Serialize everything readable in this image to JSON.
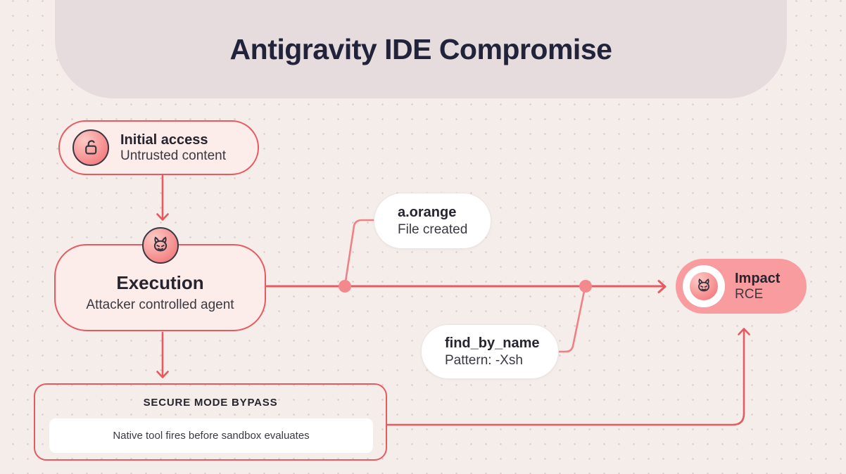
{
  "title": "Antigravity IDE Compromise",
  "nodes": {
    "initial_access": {
      "label": "Initial access",
      "sublabel": "Untrusted content",
      "icon": "unlock"
    },
    "execution": {
      "label": "Execution",
      "sublabel": "Attacker controlled agent",
      "icon": "devil"
    },
    "impact": {
      "label": "Impact",
      "sublabel": "RCE",
      "icon": "devil"
    },
    "secure_mode_bypass": {
      "label": "SECURE MODE BYPASS",
      "note": "Native tool fires before sandbox evaluates"
    }
  },
  "callouts": {
    "file_created": {
      "label": "a.orange",
      "sublabel": "File created"
    },
    "find_by_name": {
      "label": "find_by_name",
      "sublabel": "Pattern: -Xsh"
    }
  },
  "colors": {
    "accent_red": "#e65a60",
    "connector_light": "#ef8186",
    "flow_dot": "#f4898d",
    "node_fill": "#fcecea",
    "impact_fill": "#f99c9f",
    "banner": "#e6dbdd",
    "background": "#f4edea",
    "title_text": "#20233a",
    "body_text": "#26242f"
  }
}
